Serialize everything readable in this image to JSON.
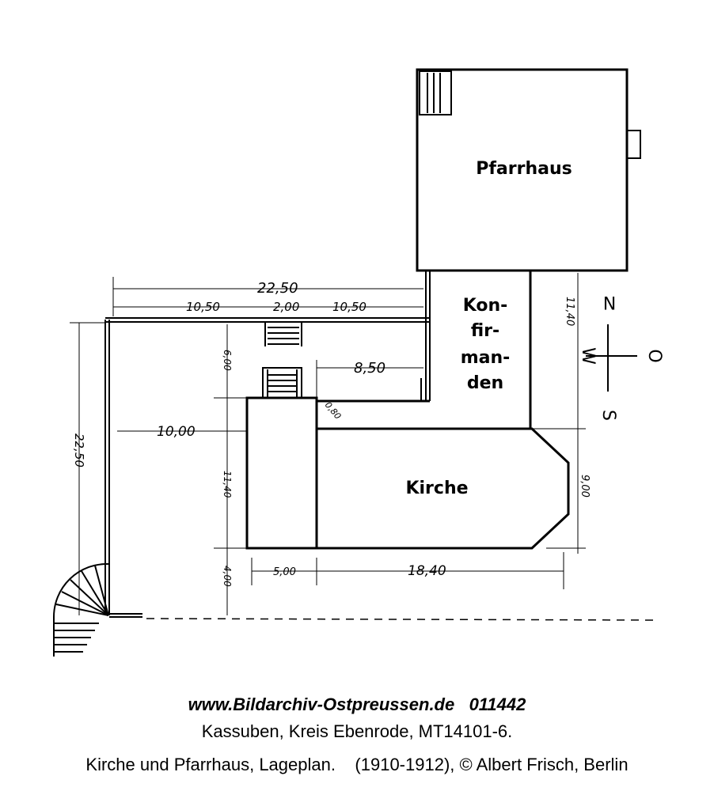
{
  "buildings": {
    "pfarrhaus": "Pfarrhaus",
    "konfirmanden": [
      "Kon-",
      "fir-",
      "man-",
      "den"
    ],
    "kirche": "Kirche"
  },
  "dimensions": {
    "top_total": "22,50",
    "top_left": "10,50",
    "top_mid": "2,00",
    "top_right": "10,50",
    "wing_offset": "8,50",
    "stair_gap": "6,00",
    "west_distance": "10,00",
    "wall_offset": "0,80",
    "tower_depth": "11,40",
    "south_gap": "4,00",
    "tower_width": "5,00",
    "nave_length": "18,40",
    "left_total": "22,50",
    "wing_height": "11,40",
    "nave_width": "9,00"
  },
  "compass": {
    "north": "N",
    "west": "W",
    "east": "O",
    "south": "S"
  },
  "caption": {
    "line1": "www.Bildarchiv-Ostpreussen.de   011442",
    "line2": "Kassuben, Kreis Ebenrode, MT14101-6.",
    "line3": "Kirche und Pfarrhaus, Lageplan.    (1910-1912), © Albert Frisch, Berlin"
  }
}
